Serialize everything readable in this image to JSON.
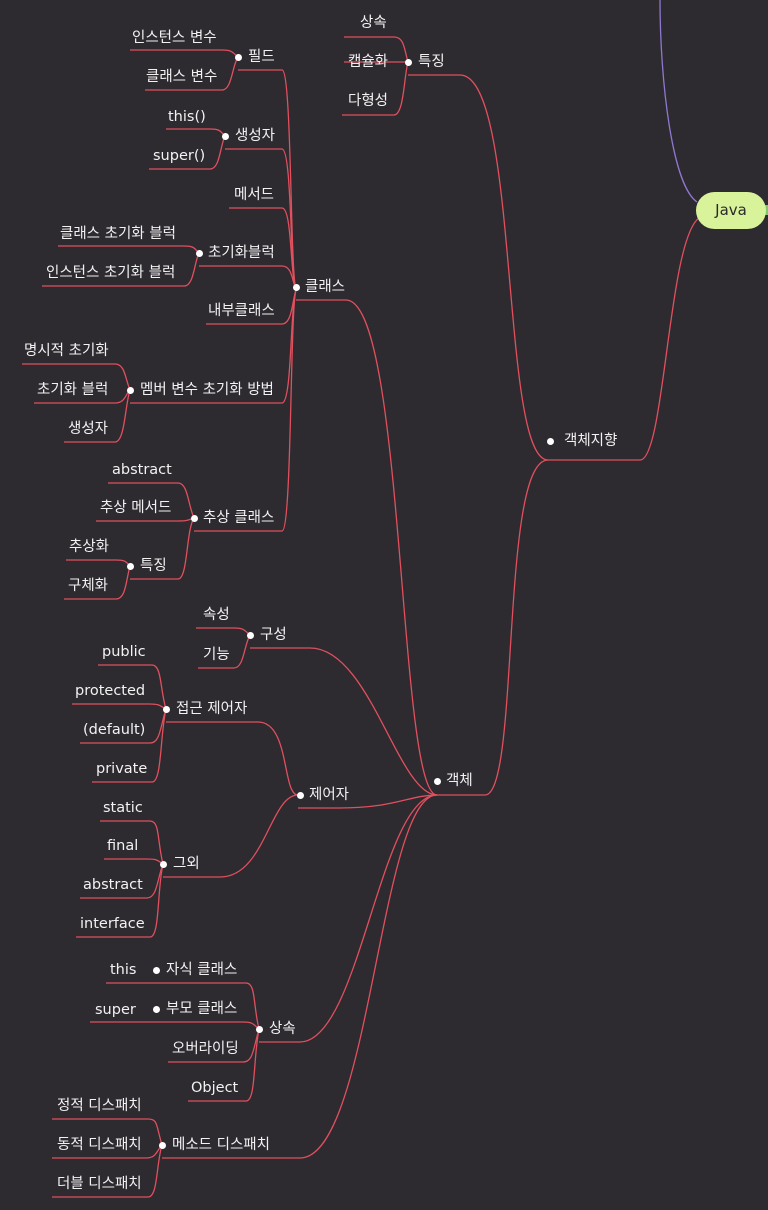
{
  "colors": {
    "background": "#2d2a30",
    "edge": "#e0505e",
    "edge_root_up": "#8f78cf",
    "root_fill": "#d9f39b",
    "text": "#f2f2f2",
    "dot": "#ffffff"
  },
  "root": {
    "label": "Java"
  },
  "oop": {
    "label": "객체지향",
    "features": {
      "label": "특징",
      "items": [
        "상속",
        "캡슐화",
        "다형성"
      ]
    },
    "object": {
      "label": "객체",
      "class": {
        "label": "클래스",
        "field": {
          "label": "필드",
          "items": [
            "인스턴스 변수",
            "클래스 변수"
          ]
        },
        "constructor": {
          "label": "생성자",
          "items": [
            "this()",
            "super()"
          ]
        },
        "method": {
          "label": "메서드"
        },
        "init_block": {
          "label": "초기화블럭",
          "items": [
            "클래스 초기화 블럭",
            "인스턴스 초기화 블럭"
          ]
        },
        "inner_class": {
          "label": "내부클래스"
        },
        "member_init": {
          "label": "멤버 변수 초기화 방법",
          "items": [
            "명시적 초기화",
            "초기화 블럭",
            "생성자"
          ]
        },
        "abstract_class": {
          "label": "추상 클래스",
          "abstract": {
            "label": "abstract"
          },
          "abstract_method": {
            "label": "추상 메서드"
          },
          "features": {
            "label": "특징",
            "items": [
              "추상화",
              "구체화"
            ]
          }
        }
      },
      "composition": {
        "label": "구성",
        "items": [
          "속성",
          "기능"
        ]
      },
      "modifier": {
        "label": "제어자",
        "access": {
          "label": "접근 제어자",
          "items": [
            "public",
            "protected",
            "(default)",
            "private"
          ]
        },
        "other": {
          "label": "그외",
          "items": [
            "static",
            "final",
            "abstract",
            "interface"
          ]
        }
      },
      "inheritance": {
        "label": "상속",
        "child": {
          "label": "자식 클래스",
          "items": [
            "this"
          ]
        },
        "parent": {
          "label": "부모 클래스",
          "items": [
            "super"
          ]
        },
        "overriding": {
          "label": "오버라이딩"
        },
        "object": {
          "label": "Object"
        }
      },
      "dispatch": {
        "label": "메소드 디스패치",
        "items": [
          "정적 디스패치",
          "동적 디스패치",
          "더블 디스패치"
        ]
      }
    }
  }
}
